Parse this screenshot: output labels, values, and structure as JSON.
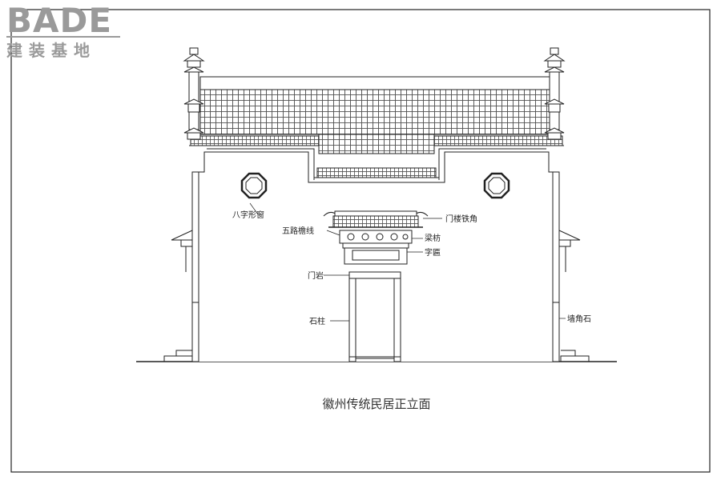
{
  "logo": {
    "en": "BADE",
    "cn": "建装基地"
  },
  "caption": "徽州传统民居正立面",
  "labels": {
    "window": "八字形窗",
    "cornice": "五路檐线",
    "gate_eave": "门楼铁角",
    "beam": "梁枋",
    "plaque": "字匾",
    "door_frame": "门岩",
    "pillar": "石柱",
    "corner_stone": "墙角石"
  }
}
